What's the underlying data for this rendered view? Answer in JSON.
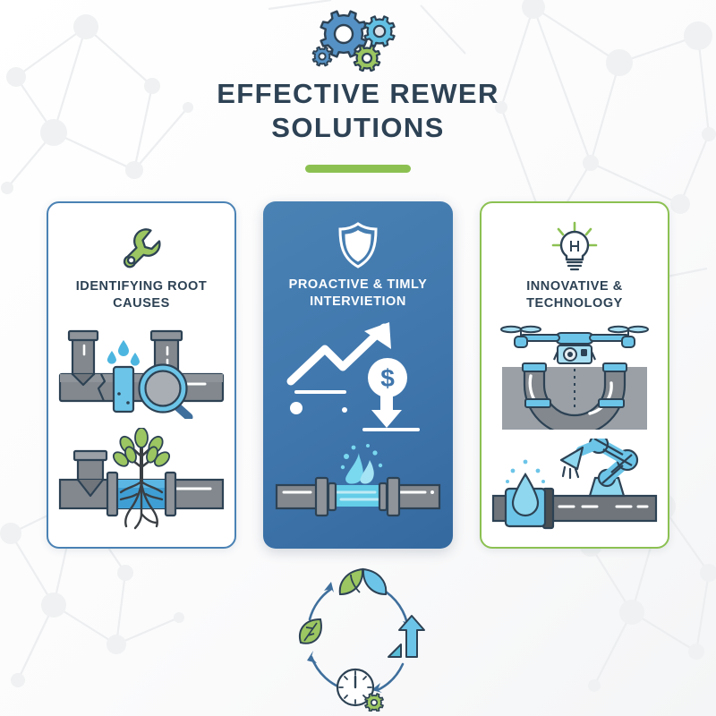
{
  "header": {
    "icon": "gears-icon",
    "title": "EFFECTIVE REWER SOLUTIONS",
    "rule_color": "#8cc152",
    "title_color": "#2d4254"
  },
  "theme": {
    "background": "#ffffff",
    "navy": "#2d4254",
    "green": "#8cc152",
    "blue": "#3f76ac",
    "light_blue": "#6cc5e8",
    "pipe_gray": "#7b8187",
    "card_border_blue": "#4a82b4",
    "card_border_green": "#8cc152"
  },
  "cards": [
    {
      "id": "identifying-root-causes",
      "title": "IDENTIFYING ROOT CAUSES",
      "head_icon": "wrench-icon",
      "head_icon_color": "#8cc152",
      "style": "light",
      "border_color": "#4a82b4",
      "illustrations": [
        "leaking-cracked-pipe-with-magnifier",
        "tree-roots-intruding-pipe"
      ]
    },
    {
      "id": "proactive-timly-intervietion",
      "title": "PROACTIVE & TIMLY INTERVIETION",
      "head_icon": "shield-icon",
      "head_icon_color": "#ffffff",
      "style": "blue",
      "background_color": "#3f76ac",
      "illustrations": [
        "rising-trend-arrow-with-dollar-and-down-arrow",
        "burst-pipe-water-spray"
      ]
    },
    {
      "id": "innovative-technology",
      "title": "INNOVATIVE & TECHNOLOGY",
      "head_icon": "lightbulb-icon",
      "head_icon_color": "#8cc152",
      "style": "light",
      "border_color": "#8cc152",
      "illustrations": [
        "drone-inspecting-u-bend-pipe",
        "robotic-arm-repairing-pipe"
      ]
    }
  ],
  "cycle": {
    "id": "sustainability-cycle",
    "nodes": [
      "leaves-icon",
      "growth-arrow-icon",
      "clock-gear-icon",
      "leaf-icon"
    ],
    "arrow_color": "#3f76ac"
  }
}
